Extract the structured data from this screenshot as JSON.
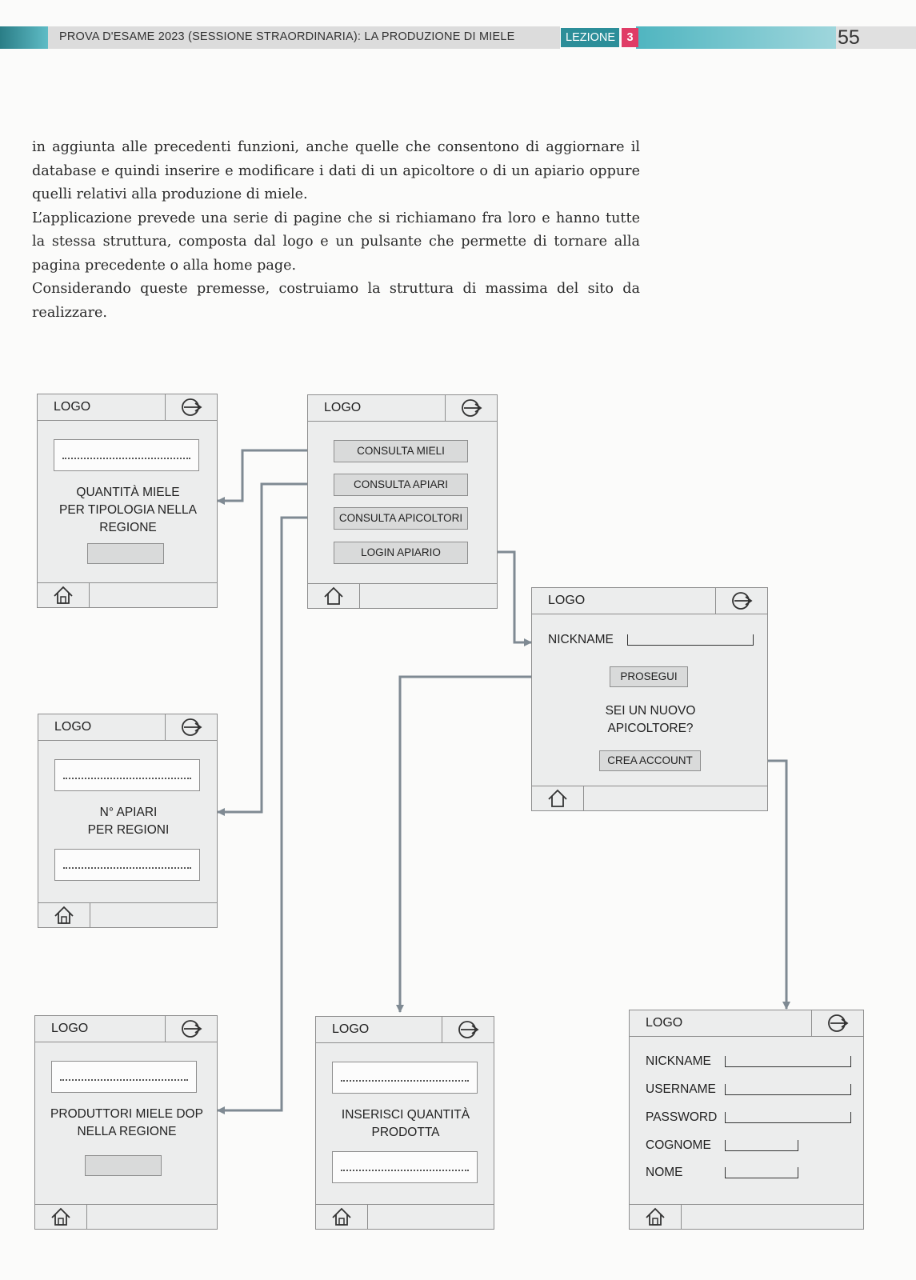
{
  "header": {
    "title": "PROVA D'ESAME 2023 (SESSIONE STRAORDINARIA): LA PRODUZIONE DI MIELE",
    "lesson_label": "LEZIONE",
    "lesson_number": "3",
    "page_number": "55"
  },
  "paragraphs": [
    "in aggiunta alle precedenti funzioni, anche quelle che consentono di aggiornare il database e quindi inserire e modificare i dati di un apicoltore o di un apiario oppure quelli relativi alla produzione di miele.",
    "L’applicazione prevede una serie di pagine che si richiamano fra loro e hanno tutte la stessa struttura, composta dal logo e un pulsante che permette di tornare alla pagina precedente o alla home page.",
    "Considerando queste premesse, costruiamo la struttura di massima del sito da realizzare."
  ],
  "wireframes": {
    "logo": "LOGO",
    "home": {
      "buttons": [
        "CONSULTA MIELI",
        "CONSULTA APIARI",
        "CONSULTA APICOLTORI",
        "LOGIN APIARIO"
      ]
    },
    "miele": {
      "label_lines": [
        "QUANTITÀ MIELE",
        "PER TIPOLOGIA NELLA",
        "REGIONE"
      ]
    },
    "apiari": {
      "label_lines": [
        "N° APIARI",
        "PER REGIONI"
      ]
    },
    "produttori": {
      "label_lines": [
        "PRODUTTORI MIELE DOP",
        "NELLA REGIONE"
      ]
    },
    "login": {
      "nickname_label": "NICKNAME",
      "continue_button": "PROSEGUI",
      "question_lines": [
        "SEI UN NUOVO",
        "APICOLTORE?"
      ],
      "create_button": "CREA ACCOUNT"
    },
    "inserisci": {
      "label_lines": [
        "INSERISCI QUANTITÀ",
        "PRODOTTA"
      ]
    },
    "account": {
      "fields": [
        "NICKNAME",
        "USERNAME",
        "PASSWORD",
        "COGNOME",
        "NOME"
      ]
    }
  }
}
